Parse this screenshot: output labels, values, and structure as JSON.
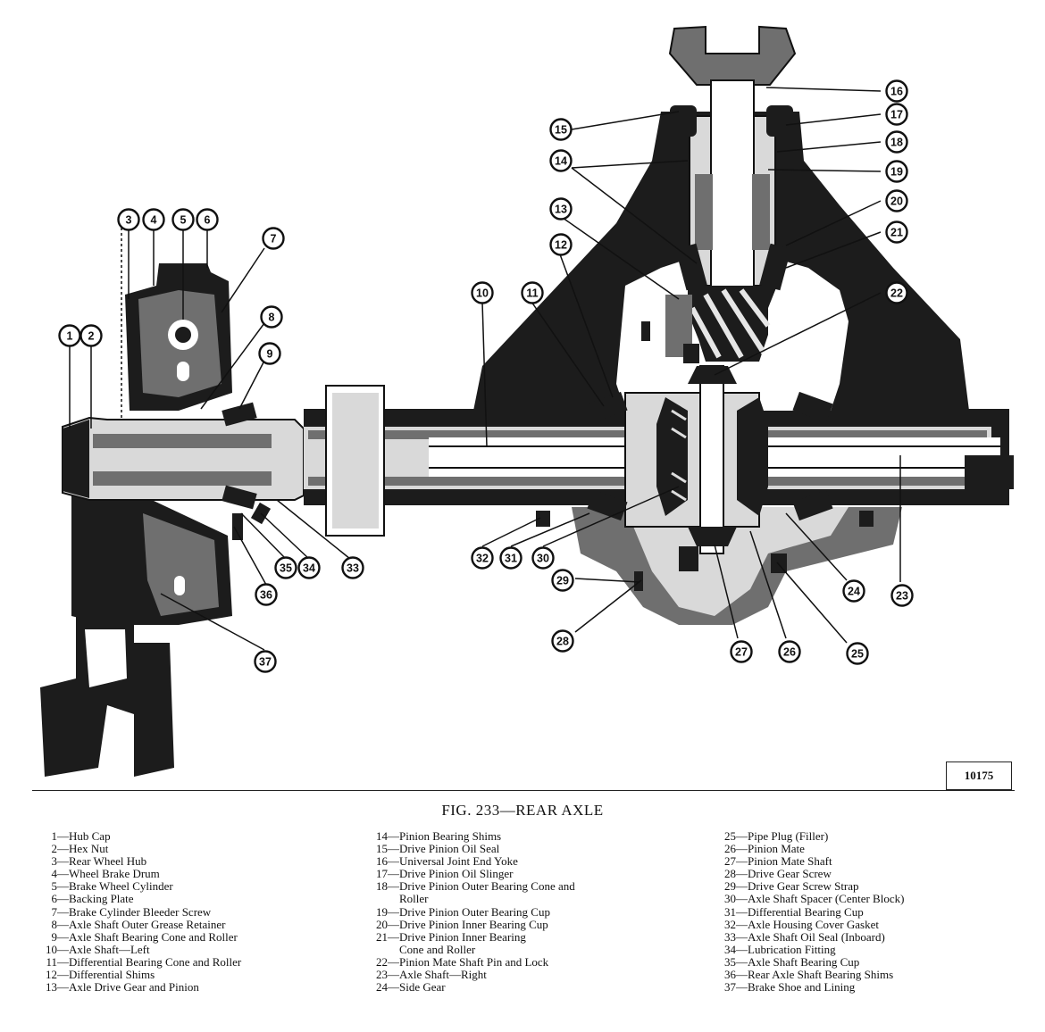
{
  "figure": {
    "caption": "FIG. 233—REAR AXLE",
    "number": "10175"
  },
  "callouts": [
    "1",
    "2",
    "3",
    "4",
    "5",
    "6",
    "7",
    "8",
    "9",
    "10",
    "11",
    "12",
    "13",
    "14",
    "15",
    "16",
    "17",
    "18",
    "19",
    "20",
    "21",
    "22",
    "23",
    "24",
    "25",
    "26",
    "27",
    "28",
    "29",
    "30",
    "31",
    "32",
    "33",
    "34",
    "35",
    "36",
    "37"
  ],
  "legend": {
    "columns": [
      [
        {
          "num": "1",
          "label": "Hub Cap"
        },
        {
          "num": "2",
          "label": "Hex Nut"
        },
        {
          "num": "3",
          "label": "Rear Wheel Hub"
        },
        {
          "num": "4",
          "label": "Wheel Brake Drum"
        },
        {
          "num": "5",
          "label": "Brake Wheel Cylinder"
        },
        {
          "num": "6",
          "label": "Backing Plate"
        },
        {
          "num": "7",
          "label": "Brake Cylinder Bleeder Screw"
        },
        {
          "num": "8",
          "label": "Axle Shaft Outer Grease Retainer"
        },
        {
          "num": "9",
          "label": "Axle Shaft Bearing Cone and Roller"
        },
        {
          "num": "10",
          "label": "Axle Shaft—Left"
        },
        {
          "num": "11",
          "label": "Differential Bearing Cone and Roller"
        },
        {
          "num": "12",
          "label": "Differential Shims"
        },
        {
          "num": "13",
          "label": "Axle Drive Gear and Pinion"
        }
      ],
      [
        {
          "num": "14",
          "label": "Pinion Bearing Shims"
        },
        {
          "num": "15",
          "label": "Drive Pinion Oil Seal"
        },
        {
          "num": "16",
          "label": "Universal Joint End Yoke"
        },
        {
          "num": "17",
          "label": "Drive Pinion Oil Slinger"
        },
        {
          "num": "18",
          "label": "Drive Pinion Outer Bearing Cone and\nRoller"
        },
        {
          "num": "19",
          "label": "Drive Pinion Outer Bearing Cup"
        },
        {
          "num": "20",
          "label": "Drive Pinion Inner Bearing Cup"
        },
        {
          "num": "21",
          "label": "Drive Pinion Inner Bearing\nCone and Roller"
        },
        {
          "num": "22",
          "label": "Pinion Mate Shaft Pin and Lock"
        },
        {
          "num": "23",
          "label": "Axle Shaft—Right"
        },
        {
          "num": "24",
          "label": "Side Gear"
        }
      ],
      [
        {
          "num": "25",
          "label": "Pipe Plug (Filler)"
        },
        {
          "num": "26",
          "label": "Pinion Mate"
        },
        {
          "num": "27",
          "label": "Pinion Mate Shaft"
        },
        {
          "num": "28",
          "label": "Drive Gear Screw"
        },
        {
          "num": "29",
          "label": "Drive Gear Screw Strap"
        },
        {
          "num": "30",
          "label": "Axle Shaft Spacer (Center Block)"
        },
        {
          "num": "31",
          "label": "Differential Bearing Cup"
        },
        {
          "num": "32",
          "label": "Axle Housing Cover Gasket"
        },
        {
          "num": "33",
          "label": "Axle Shaft Oil Seal (Inboard)"
        },
        {
          "num": "34",
          "label": "Lubrication Fitting"
        },
        {
          "num": "35",
          "label": "Axle Shaft Bearing Cup"
        },
        {
          "num": "36",
          "label": "Rear Axle Shaft Bearing Shims"
        },
        {
          "num": "37",
          "label": "Brake Shoe and Lining"
        }
      ]
    ]
  }
}
